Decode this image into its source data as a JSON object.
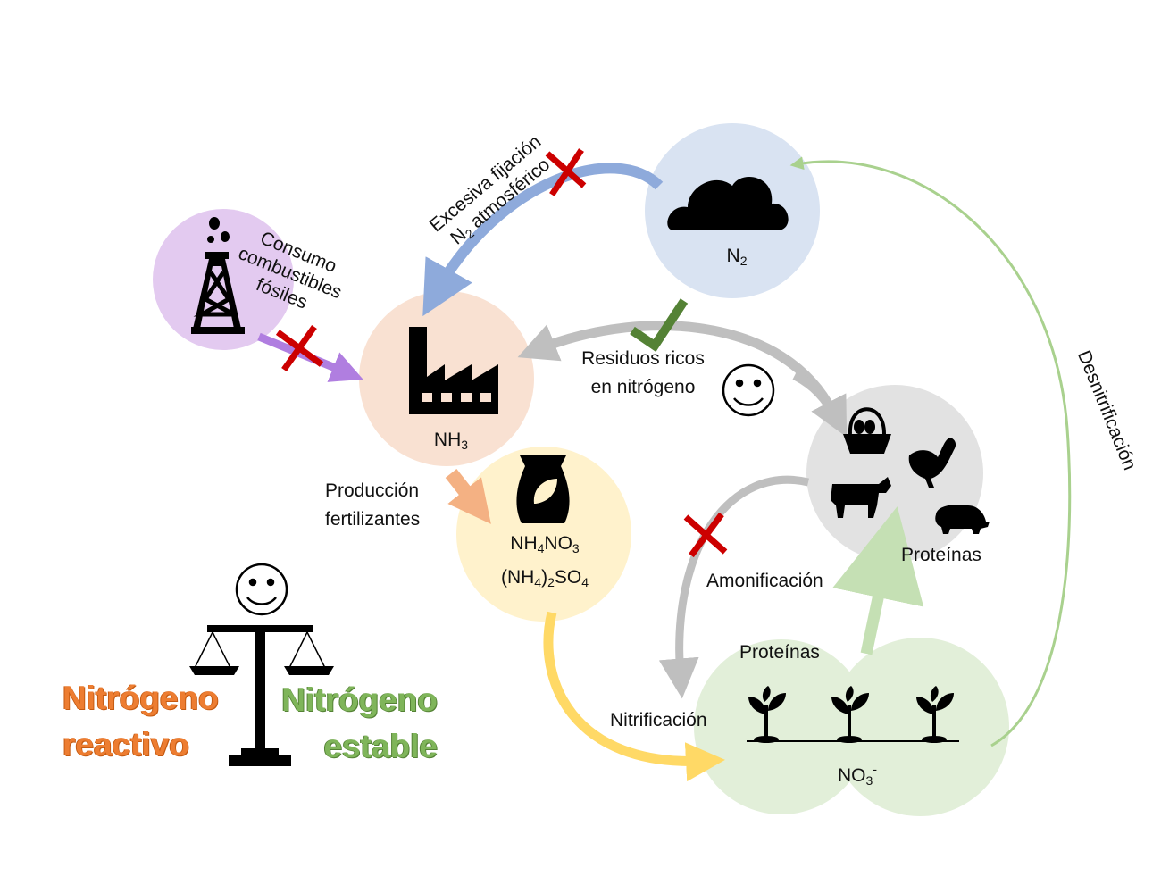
{
  "nodes": {
    "n2": "N",
    "n2_sub": "2",
    "nh3": "NH",
    "nh3_sub": "3",
    "fert_line1": [
      "NH",
      "4",
      "NO",
      "3"
    ],
    "fert_line2": [
      "(NH",
      "4",
      ")",
      "2",
      "SO",
      "4"
    ],
    "no3": "NO",
    "no3_sub": "3",
    "no3_sup": "-"
  },
  "labels": {
    "fossil_line1": "Consumo",
    "fossil_line2": "combustibles",
    "fossil_line3": "fósiles",
    "fixation_line1": "Excesiva fijación",
    "fixation_line2_a": "N",
    "fixation_line2_sub": "2",
    "fixation_line2_b": " atmosférico",
    "residues_line1": "Residuos ricos",
    "residues_line2": "en nitrógeno",
    "fert_prod_line1": "Producción",
    "fert_prod_line2": "fertilizantes",
    "ammonification": "Amonificación",
    "nitrification": "Nitrificación",
    "denitrification": "Desnitrificación",
    "proteins_animals": "Proteínas",
    "proteins_plants": "Proteínas"
  },
  "balance": {
    "left_line1": "Nitrógeno",
    "left_line2": "reactivo",
    "right_line1": "Nitrógeno",
    "right_line2": "estable"
  },
  "colors": {
    "fossil_circle": "#e3caf0",
    "n2_circle": "#d9e3f2",
    "nh3_circle": "#f9e1d2",
    "fert_circle": "#fff2cc",
    "animals_circle": "#e2e2e2",
    "plants_circle": "#e2efd9",
    "cross_red": "#cc0000",
    "check_green": "#548235",
    "arrow_purple": "#b07ee0",
    "arrow_blue": "#8eaadb",
    "arrow_gray": "#bfbfbf",
    "arrow_orange": "#f4b183",
    "arrow_yellow": "#ffd966",
    "arrow_green": "#a9d18e",
    "text_orange": "#ed7d31",
    "text_green": "#70ad47"
  },
  "icons": [
    "oil-rig-icon",
    "factory-icon",
    "cloud-icon",
    "fertilizer-bag-icon",
    "egg-basket-icon",
    "chicken-icon",
    "cow-icon",
    "pig-icon",
    "sprout-icon",
    "smiley-icon",
    "balance-scale-icon",
    "red-cross-icon",
    "green-check-icon"
  ]
}
